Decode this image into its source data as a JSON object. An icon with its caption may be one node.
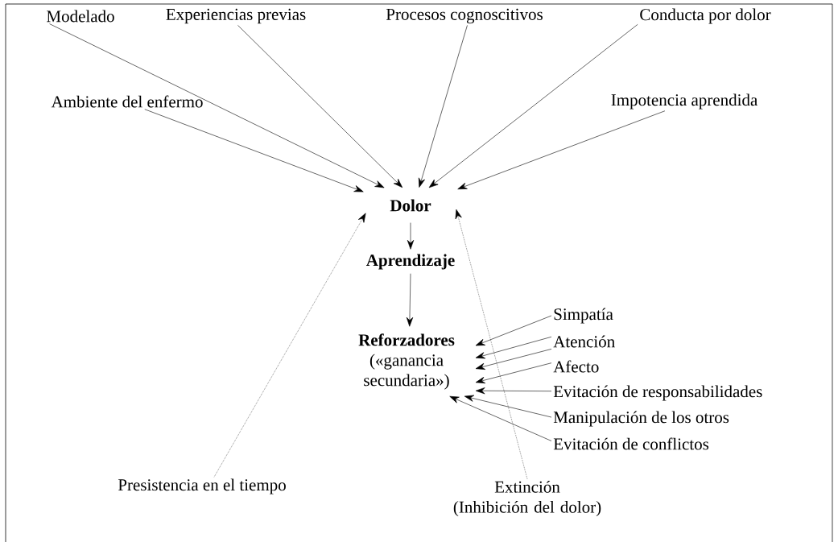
{
  "diagram": {
    "nodes": [
      {
        "text": [
          "Modelado"
        ]
      },
      {
        "text": [
          "Experiencias previas"
        ]
      },
      {
        "text": [
          "Procesos cognoscitivos"
        ]
      },
      {
        "text": [
          "Conducta por dolor"
        ]
      },
      {
        "text": [
          "Ambiente del enfermo"
        ]
      },
      {
        "text": [
          "Impotencia aprendida"
        ]
      },
      {
        "text": [
          "Dolor"
        ]
      },
      {
        "text": [
          "Aprendizaje"
        ]
      },
      {
        "text": [
          "Reforzadores",
          "(«ganancia secundaria»)"
        ]
      },
      {
        "text": [
          "Simpatía"
        ]
      },
      {
        "text": [
          "Atención"
        ]
      },
      {
        "text": [
          "Afecto"
        ]
      },
      {
        "text": [
          "Evitación de responsabilidades"
        ]
      },
      {
        "text": [
          "Manipulación de los otros"
        ]
      },
      {
        "text": [
          "Evitación de conflictos"
        ]
      },
      {
        "text": [
          "Presistencia en el tiempo"
        ]
      },
      {
        "text": [
          "Extinción (Inhibición del dolor)"
        ]
      }
    ],
    "edges": [
      {
        "from": 0,
        "to": 6,
        "arrow": "to"
      },
      {
        "from": 1,
        "to": 6,
        "arrow": "to"
      },
      {
        "from": 2,
        "to": 6,
        "arrow": "to"
      },
      {
        "from": 3,
        "to": 6,
        "arrow": "to"
      },
      {
        "from": 4,
        "to": 6,
        "arrow": "to"
      },
      {
        "from": 5,
        "to": 6,
        "arrow": "to"
      },
      {
        "from": 6,
        "to": 7,
        "arrow": "to"
      },
      {
        "from": 7,
        "to": 8,
        "arrow": "to"
      },
      {
        "from": 9,
        "to": 8,
        "arrow": "to"
      },
      {
        "from": 10,
        "to": 8,
        "arrow": "to"
      },
      {
        "from": 10,
        "to": 8,
        "arrow": "to"
      },
      {
        "from": 11,
        "to": 8,
        "arrow": "to"
      },
      {
        "from": 12,
        "to": 8,
        "arrow": "to"
      },
      {
        "from": 13,
        "to": 8,
        "arrow": "to"
      },
      {
        "from": 14,
        "to": 8,
        "arrow": "to"
      },
      {
        "from": 15,
        "to": 6,
        "arrow": "to",
        "style": "dashed"
      },
      {
        "from": 16,
        "to": 6,
        "arrow": "to",
        "style": "dashed"
      }
    ]
  }
}
